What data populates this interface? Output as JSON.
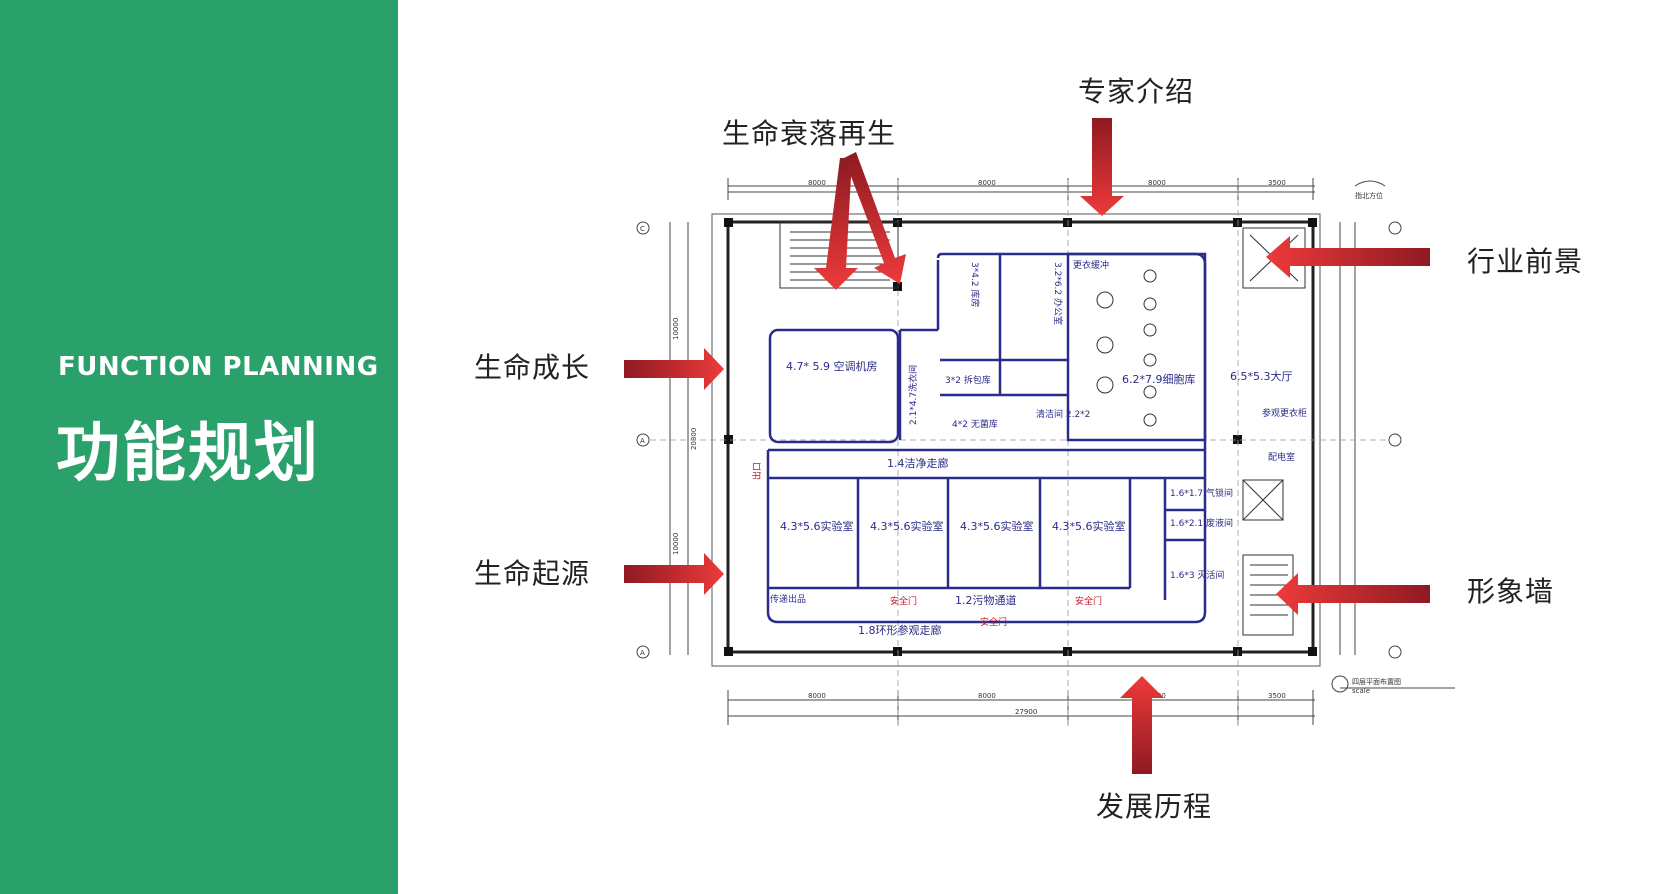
{
  "sidebar": {
    "subtitle": "FUNCTION PLANNING",
    "title": "功能规划",
    "background_color": "#2aa06b"
  },
  "callouts": {
    "decline_rebirth": "生命衰落再生",
    "expert_intro": "专家介绍",
    "industry_outlook": "行业前景",
    "life_growth": "生命成长",
    "life_origin": "生命起源",
    "image_wall": "形象墙",
    "history": "发展历程"
  },
  "arrow_color": "#d8262e",
  "floorplan": {
    "caption": "四层平面布置图",
    "scale": "scale",
    "compass": "指北方位",
    "dims_top": [
      "8000",
      "8000",
      "8000",
      "3500"
    ],
    "dims_bottom": [
      "8000",
      "8000",
      "8000",
      "3500"
    ],
    "total": "27900",
    "side_dims": [
      "10000",
      "20800",
      "10000"
    ],
    "axis_labels": [
      "C",
      "A",
      "A"
    ],
    "rooms": {
      "ac": "4.7* 5.9 空调机房",
      "cryo": "6.2*7.9细胞库",
      "hall": "6.5*5.3大厅",
      "corridor": "1.4洁净走廊",
      "lab1": "4.3*5.6实验室",
      "lab2": "4.3*5.6实验室",
      "lab3": "4.3*5.6实验室",
      "lab4": "4.3*5.6实验室",
      "loop": "1.8环形参观走廊",
      "dirty": "1.2污物通道",
      "safe1": "安全门",
      "safe2": "安全门",
      "safe3": "安全门",
      "sterile": "4*2 无菌库",
      "unpack": "3*2 拆包库",
      "wash": "2.1*4.7洗衣间",
      "power": "配电室",
      "visitor": "参观更衣柜",
      "office": "3.2*6.2 办公室",
      "storage": "3*4.2 库房",
      "clean": "清洁间 2.2*2",
      "buffer": "更衣缓冲",
      "exit": "出口",
      "transfer": "传递出品",
      "small1": "1.6*1.7 气锁间",
      "small2": "1.6*2.1 废液间",
      "small3": "1.6*3 灭活间"
    }
  }
}
